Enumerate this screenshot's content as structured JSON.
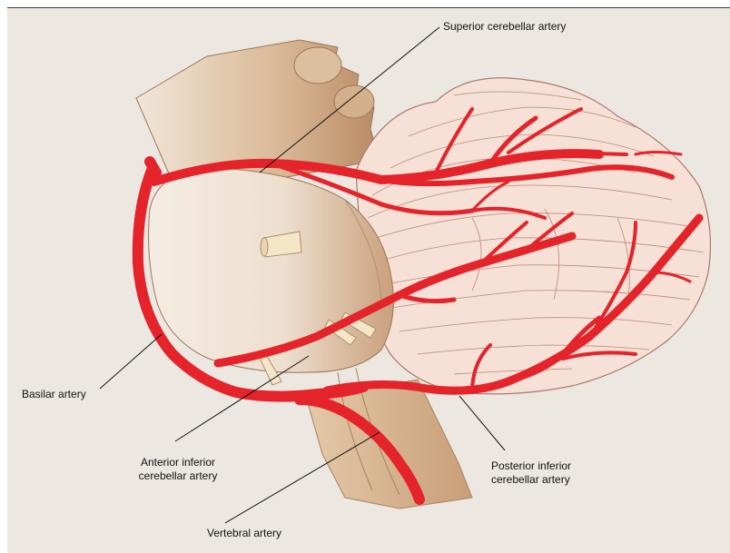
{
  "labels": {
    "superior": "Superior cerebellar artery",
    "basilar": "Basilar artery",
    "anterior_line1": "Anterior inferior",
    "anterior_line2": "cerebellar artery",
    "posterior_line1": "Posterior inferior",
    "posterior_line2": "cerebellar artery",
    "vertebral": "Vertebral artery"
  },
  "colors": {
    "background": "#ece7e1",
    "artery": "#e4232a",
    "brainstem": "#d9bc9a",
    "pons_light": "#f4ebe1",
    "cerebellum": "#f6ddd2",
    "folia_lines": "#b88a7c",
    "nerve": "#f5e6c8"
  }
}
